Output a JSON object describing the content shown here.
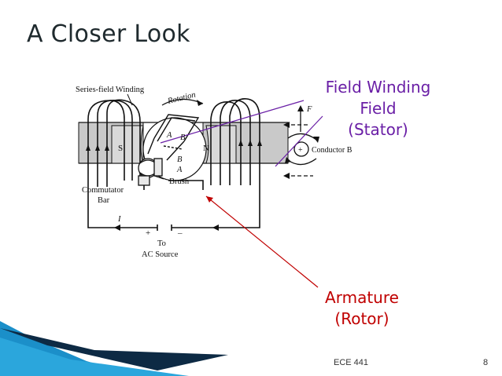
{
  "slide": {
    "title": "A Closer Look",
    "footer_course": "ECE 441",
    "page_number": "8"
  },
  "labels": {
    "field_line1": "Field Winding",
    "field_line2": "Field",
    "field_line3": "(Stator)",
    "armature_line1": "Armature",
    "armature_line2": "(Rotor)"
  },
  "diagram": {
    "series_field_winding": "Series-field Winding",
    "rotation": "Rotation",
    "pole_s": "S",
    "pole_n": "N",
    "coil_a_top": "A",
    "coil_b_top": "B",
    "coil_b_bottom": "B",
    "coil_a_bottom": "A",
    "brush": "Brush",
    "commutator_line1": "Commutator",
    "commutator_line2": "Bar",
    "current": "I",
    "plus": "+",
    "minus": "–",
    "to": "To",
    "ac_source": "AC Source",
    "force": "F",
    "conductor_plus": "+",
    "conductor": "Conductor B"
  },
  "colors": {
    "field_label": "#6a1fa6",
    "armature_label": "#c00000",
    "accent_blue": "#1b8fc9",
    "accent_dark": "#0d2a44"
  }
}
